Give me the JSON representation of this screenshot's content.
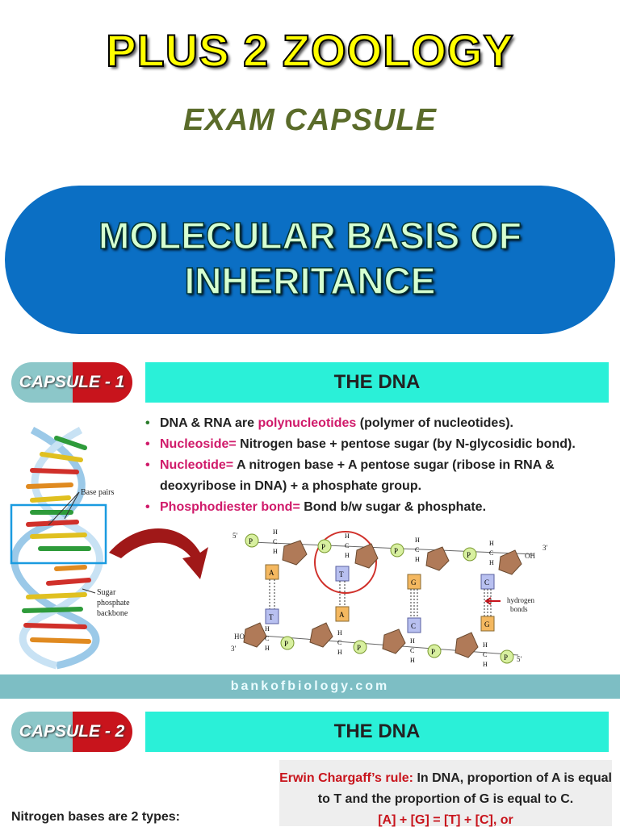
{
  "header": {
    "title": "PLUS 2 ZOOLOGY",
    "subtitle": "EXAM CAPSULE"
  },
  "banner": {
    "line1": "MOLECULAR BASIS OF",
    "line2": "INHERITANCE",
    "color": "#0b6fc4"
  },
  "capsule1": {
    "tag": "CAPSULE - 1",
    "heading": "THE DNA",
    "bullets": [
      {
        "pre": "DNA & RNA are ",
        "term": "polynucleotides",
        "post": " (polymer of nucleotides)."
      },
      {
        "term": "Nucleoside=",
        "post": " Nitrogen base + pentose sugar (by N-glycosidic bond)."
      },
      {
        "term": "Nucleotide=",
        "post": " A nitrogen base + A pentose sugar (ribose in RNA & deoxyribose in DNA) + a phosphate group."
      },
      {
        "term": "Phosphodiester bond=",
        "post": " Bond b/w sugar & phosphate."
      }
    ],
    "helix_labels": {
      "base_pairs": "Base pairs",
      "backbone_line1": "Sugar",
      "backbone_line2": "phosphate",
      "backbone_line3": "backbone"
    },
    "strand_labels": {
      "top_5": "5′",
      "top_3": "3′",
      "bottom_3": "3′",
      "bottom_5": "5′",
      "oh": "OH",
      "ho": "HO",
      "p": "P",
      "h": "H",
      "c": "C",
      "hydrogen": "hydrogen",
      "bonds": "bonds"
    },
    "bases_top": [
      "A",
      "T",
      "G",
      "C"
    ],
    "bases_bottom": [
      "T",
      "A",
      "C",
      "G"
    ]
  },
  "watermark": "bankofbiology.com",
  "capsule2": {
    "tag": "CAPSULE - 2",
    "heading": "THE DNA",
    "rule_title": "Erwin Chargaff’s rule:",
    "rule_text": " In DNA, proportion of A is equal to T and the proportion of G is equal to C.",
    "rule_formula": "[A] + [G] = [T] + [C], or",
    "nitrogen_bases": "Nitrogen bases are 2 types:"
  },
  "colors": {
    "capsule_left": "#8cc7c9",
    "capsule_right": "#c8141c",
    "heading_bar": "#2af0d8",
    "highlight": "#d01a6a"
  }
}
